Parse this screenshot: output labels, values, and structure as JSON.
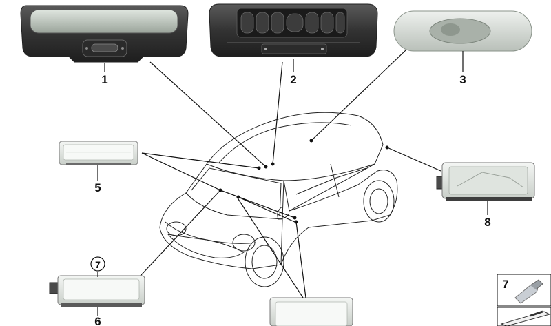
{
  "callouts": {
    "c1": "1",
    "c2": "2",
    "c3": "3",
    "c5": "5",
    "c6": "6",
    "c6_circle": "7",
    "c8": "8",
    "inset_7": "7"
  },
  "colors": {
    "line": "#111111",
    "part_dark": "#3a3a3a",
    "part_light": "#d9ddd9"
  }
}
